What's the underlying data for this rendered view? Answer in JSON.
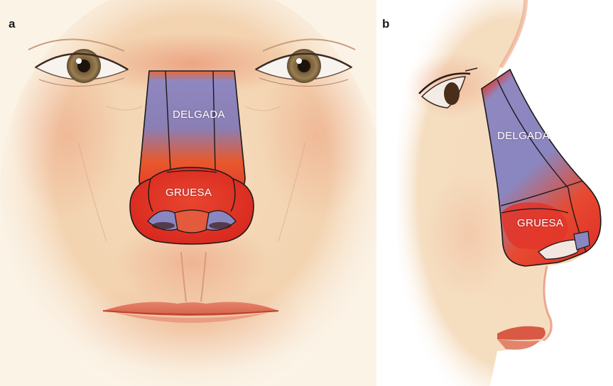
{
  "panels": {
    "a": {
      "letter": "a",
      "thin_label": "DELGADA",
      "thick_label": "GRUESA"
    },
    "b": {
      "letter": "b",
      "thin_label": "DELGADA",
      "thick_label": "GRUESA"
    }
  },
  "colors": {
    "skin": "#f7ead0",
    "skin_shadow": "#e7a079",
    "thin_zone": "#8a86bf",
    "thick_zone": "#e2362a",
    "outline": "#1a1a1a",
    "iris": "#8a6d45",
    "lips": "#e06a52"
  }
}
